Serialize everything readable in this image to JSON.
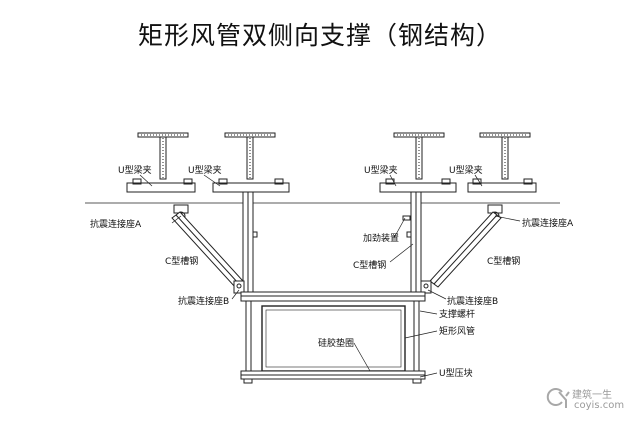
{
  "title": "矩形风管双侧向支撑（钢结构）",
  "labels": {
    "u_clamp_1": "U型梁夹",
    "u_clamp_2": "U型梁夹",
    "u_clamp_3": "U型梁夹",
    "u_clamp_4": "U型梁夹",
    "seismic_base_a_left": "抗震连接座A",
    "seismic_base_a_right": "抗震连接座A",
    "stiffener": "加劲装置",
    "c_channel_left": "C型槽钢",
    "c_channel_center": "C型槽钢",
    "c_channel_right": "C型槽钢",
    "seismic_base_b_left": "抗震连接座B",
    "seismic_base_b_right": "抗震连接座B",
    "support_rod": "支撑螺杆",
    "duct": "矩形风管",
    "pad": "硅胶垫圈",
    "u_press_block": "U型压块"
  },
  "watermark": {
    "cn": "建筑一生",
    "url": "coyis.com"
  }
}
